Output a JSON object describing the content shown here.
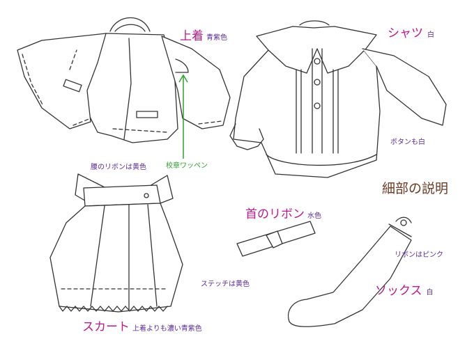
{
  "labels": {
    "jacket": {
      "name": "上着",
      "color_note": "青紫色"
    },
    "shirt": {
      "name": "シャツ",
      "color_note": "白"
    },
    "buttons_note": "ボタンも白",
    "emblem_note": "校章ワッペン",
    "waist_ribbon_note": "腰のリボンは黄色",
    "title": "細部の説明",
    "neck_ribbon": {
      "name": "首のリボン",
      "color_note": "水色"
    },
    "stitch_note": "ステッチは黄色",
    "sock_ribbon_note": "リボンはピンク",
    "socks": {
      "name": "ソックス",
      "color_note": "白"
    },
    "skirt": {
      "name": "スカート",
      "color_note": "上着よりも濃い青紫色"
    }
  },
  "colors": {
    "name_label": "#c0188c",
    "note_label": "#5a2a9a",
    "emblem_arrow": "#2ea12e",
    "title": "#6b3a22",
    "line_art": "#333333"
  }
}
